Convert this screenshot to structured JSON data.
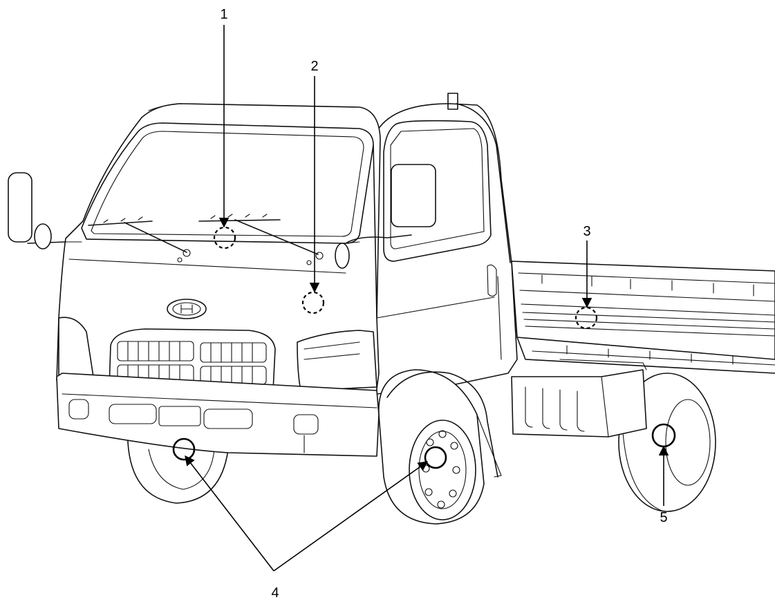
{
  "callouts": [
    {
      "id": "c1",
      "label": "1",
      "marker": "hidden"
    },
    {
      "id": "c2",
      "label": "2",
      "marker": "hidden"
    },
    {
      "id": "c3",
      "label": "3",
      "marker": "hidden"
    },
    {
      "id": "c4",
      "label": "4",
      "marker": "visible",
      "targets": 2
    },
    {
      "id": "c5",
      "label": "5",
      "marker": "visible"
    }
  ],
  "colors": {
    "line": "#111111",
    "background": "#ffffff"
  }
}
